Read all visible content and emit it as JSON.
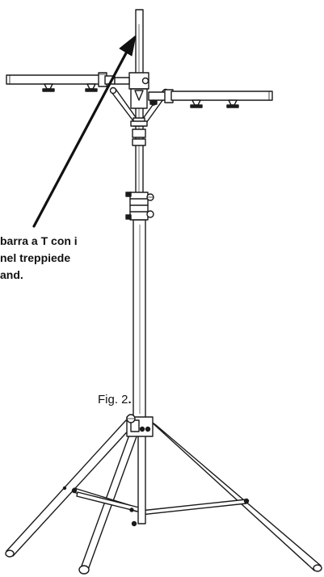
{
  "annotation": {
    "lines": [
      "barra a T con i",
      "nel treppiede",
      "and."
    ]
  },
  "caption": {
    "prefix": "Fig. 2",
    "suffix": "."
  }
}
